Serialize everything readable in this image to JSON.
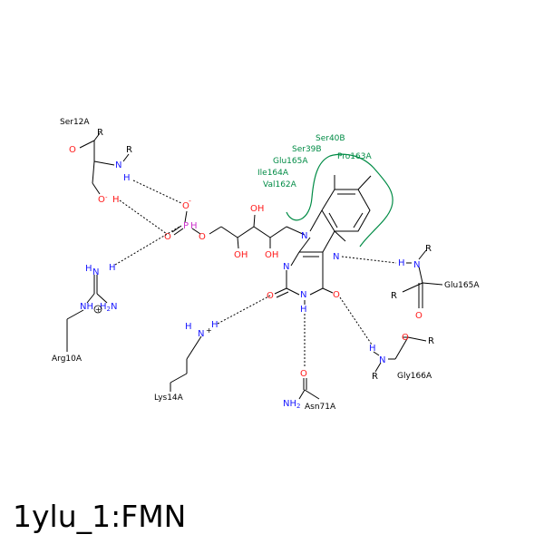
{
  "caption": "1ylu_1:FMN",
  "colors": {
    "hydrophobic": "#008b45",
    "nitrogen": "#1a1aff",
    "oxygen": "#ff1a1a",
    "phosphorus": "#cc33cc"
  },
  "residues": {
    "ser12a": "Ser12A",
    "arg10a": "Arg10A",
    "lys14a": "Lys14A",
    "asn71a": "Asn71A",
    "gly166a": "Gly166A",
    "glu165a_hb": "Glu165A"
  },
  "hydrophobic": {
    "ser40b": "Ser40B",
    "ser39b": "Ser39B",
    "pro163a": "Pro163A",
    "glu165a": "Glu165A",
    "ile164a": "Ile164A",
    "val162a": "Val162A"
  },
  "atoms": {
    "n": "N",
    "o": "O",
    "h": "H",
    "r": "R",
    "p": "P",
    "oh": "OH",
    "minus": "-",
    "plus": "+",
    "nh": "NH",
    "h2n": "H2N",
    "nh2": "NH",
    "two": "2"
  }
}
